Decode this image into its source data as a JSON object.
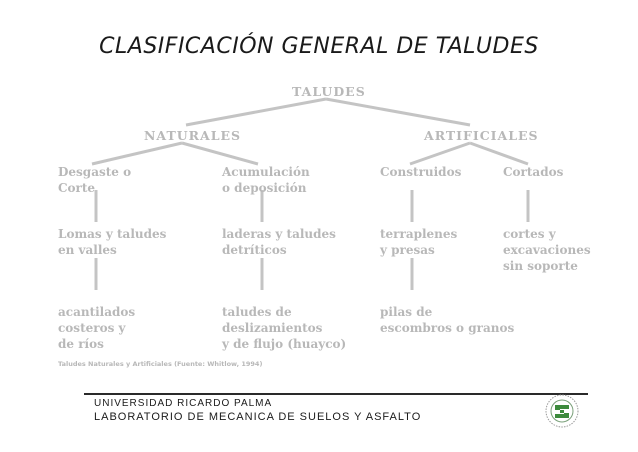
{
  "title": "CLASIFICACIÓN GENERAL DE TALUDES",
  "tree": {
    "root": "TALUDES",
    "naturales": "NATURALES",
    "artificiales": "ARTIFICIALES",
    "desgaste_1": "Desgaste o",
    "desgaste_2": "Corte",
    "acumulacion_1": "Acumulación",
    "acumulacion_2": "o deposición",
    "construidos": "Construidos",
    "cortados": "Cortados",
    "lomas_1": "Lomas y taludes",
    "lomas_2": "en valles",
    "laderas_1": "laderas y taludes",
    "laderas_2": "detríticos",
    "terraplenes_1": "terraplenes",
    "terraplenes_2": "y presas",
    "cortes_1": "cortes y",
    "cortes_2": "excavaciones",
    "cortes_3": "sin soporte",
    "acantilados_1": "acantilados",
    "acantilados_2": "costeros y",
    "acantilados_3": "de ríos",
    "deslizamientos_1": "taludes de",
    "deslizamientos_2": "deslizamientos",
    "deslizamientos_3": "y de flujo (huayco)",
    "pilas_1": "pilas de",
    "pilas_2": "escombros o granos"
  },
  "caption": "Taludes Naturales y Artificiales (Fuente: Whitlow, 1994)",
  "footer": {
    "university": "UNIVERSIDAD RICARDO PALMA",
    "lab": "LABORATORIO DE MECANICA DE SUELOS Y ASFALTO"
  },
  "colors": {
    "diagram": "#b8b8b8",
    "title": "#1a1a1a",
    "logo_green": "#3c8a3c"
  }
}
